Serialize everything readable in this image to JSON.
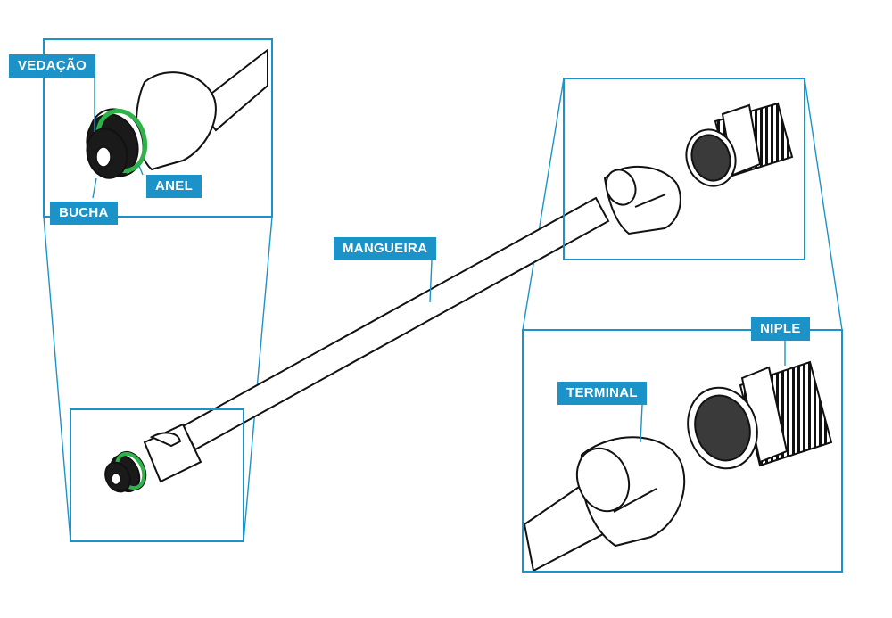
{
  "colors": {
    "frame": "#1b93c9",
    "label_bg": "#1b93c9",
    "label_text": "#ffffff",
    "outline": "#111111",
    "seal_ring": "#2db34a",
    "bushing": "#1a1a1a",
    "thread_dark": "#3a3a3a"
  },
  "labels": {
    "vedacao": "VEDAÇÃO",
    "anel": "ANEL",
    "bucha": "BUCHA",
    "mangueira": "MANGUEIRA",
    "niple": "NIPLE",
    "terminal": "TERMINAL"
  }
}
